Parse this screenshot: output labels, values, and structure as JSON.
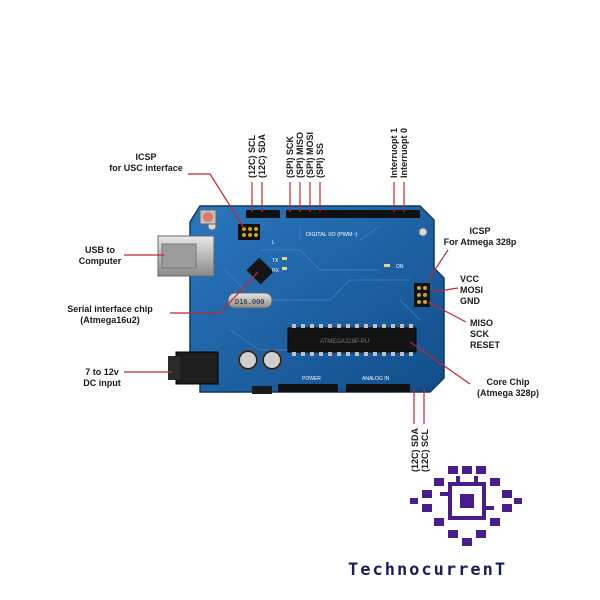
{
  "labels": {
    "icsp_usc_1": "ICSP",
    "icsp_usc_2": "for USC interface",
    "usb_1": "USB to",
    "usb_2": "Computer",
    "serial_1": "Serial interface chip",
    "serial_2": "(Atmega16u2)",
    "dc_1": "7 to 12v",
    "dc_2": "DC input",
    "scl_top": "(12C) SCL",
    "sda_top": "(12C) SDA",
    "spi_sck": "(SPI) SCK",
    "spi_miso": "(SPI) MISO",
    "spi_mosi": "(SPI) MOSI",
    "spi_ss": "(SPI) SS",
    "int1": "Interruopt 1",
    "int0": "Interruopt 0",
    "icsp_328_1": "ICSP",
    "icsp_328_2": "For Atmega 328p",
    "vcc": "VCC",
    "mosi": "MOSI",
    "gnd": "GND",
    "miso": "MISO",
    "sck": "SCK",
    "reset": "RESET",
    "core_1": "Core Chip",
    "core_2": "(Atmega 328p)",
    "sda_bottom": "(12C) SDA",
    "scl_bottom": "(12C) SCL"
  },
  "board": {
    "crystal_text": "D16.000",
    "digital_header_text": "DIGITAL I/O (PWM~)",
    "power_text": "POWER",
    "analog_text": "ANALOG IN",
    "tx_text": "TX",
    "rx_text": "RX",
    "on_text": "ON",
    "l_text": "L",
    "chip_text": "ATMEGA328P-PU"
  },
  "brand": "TechnocurrenT",
  "colors": {
    "board": "#1c63a8",
    "board_dark": "#0f3f74",
    "annotation_line": "#c0282d",
    "label_text": "#1a1a1a",
    "brand_text": "#1b1e5c",
    "logo_purple": "#4a1d8c"
  }
}
